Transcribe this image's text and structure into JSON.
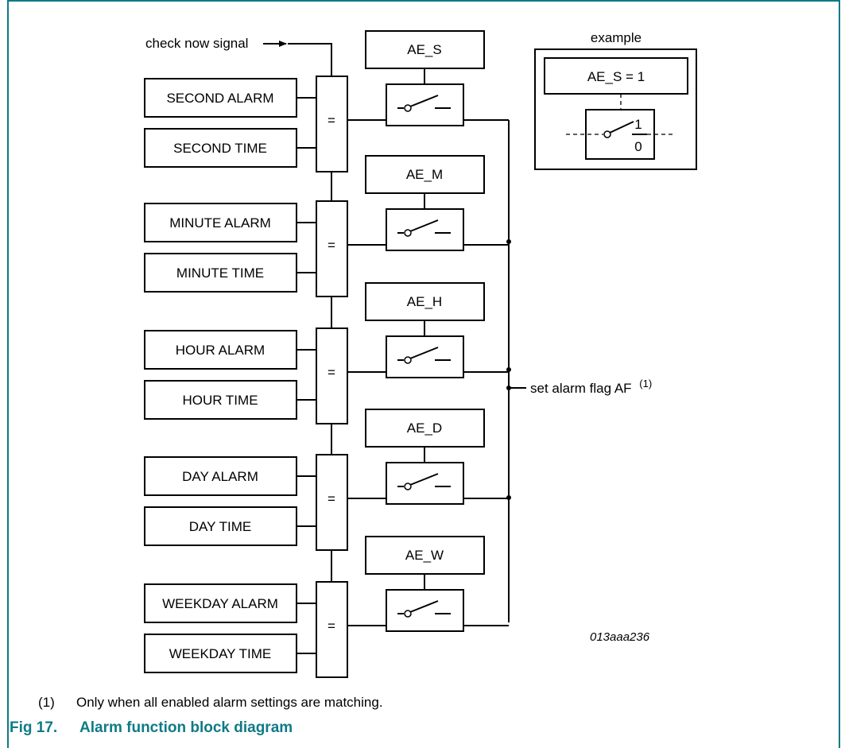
{
  "colors": {
    "accent": "#0f7a86",
    "line": "#000000"
  },
  "diagram": {
    "check_signal_label": "check now signal",
    "rows": [
      {
        "alarm": "SECOND ALARM",
        "time": "SECOND TIME",
        "comparator": "=",
        "enable": "AE_S"
      },
      {
        "alarm": "MINUTE ALARM",
        "time": "MINUTE TIME",
        "comparator": "=",
        "enable": "AE_M"
      },
      {
        "alarm": "HOUR ALARM",
        "time": "HOUR TIME",
        "comparator": "=",
        "enable": "AE_H"
      },
      {
        "alarm": "DAY ALARM",
        "time": "DAY TIME",
        "comparator": "=",
        "enable": "AE_D"
      },
      {
        "alarm": "WEEKDAY ALARM",
        "time": "WEEKDAY TIME",
        "comparator": "=",
        "enable": "AE_W"
      }
    ],
    "output_label": "set alarm flag AF",
    "output_footnote_ref": "(1)",
    "example": {
      "title": "example",
      "enable_label": "AE_S = 1",
      "switch_on": "1",
      "switch_off": "0"
    },
    "figure_id": "013aaa236"
  },
  "footnote": {
    "number": "(1)",
    "text": "Only when all enabled alarm settings are matching."
  },
  "caption": {
    "number": "Fig 17.",
    "title": "Alarm function block diagram"
  }
}
